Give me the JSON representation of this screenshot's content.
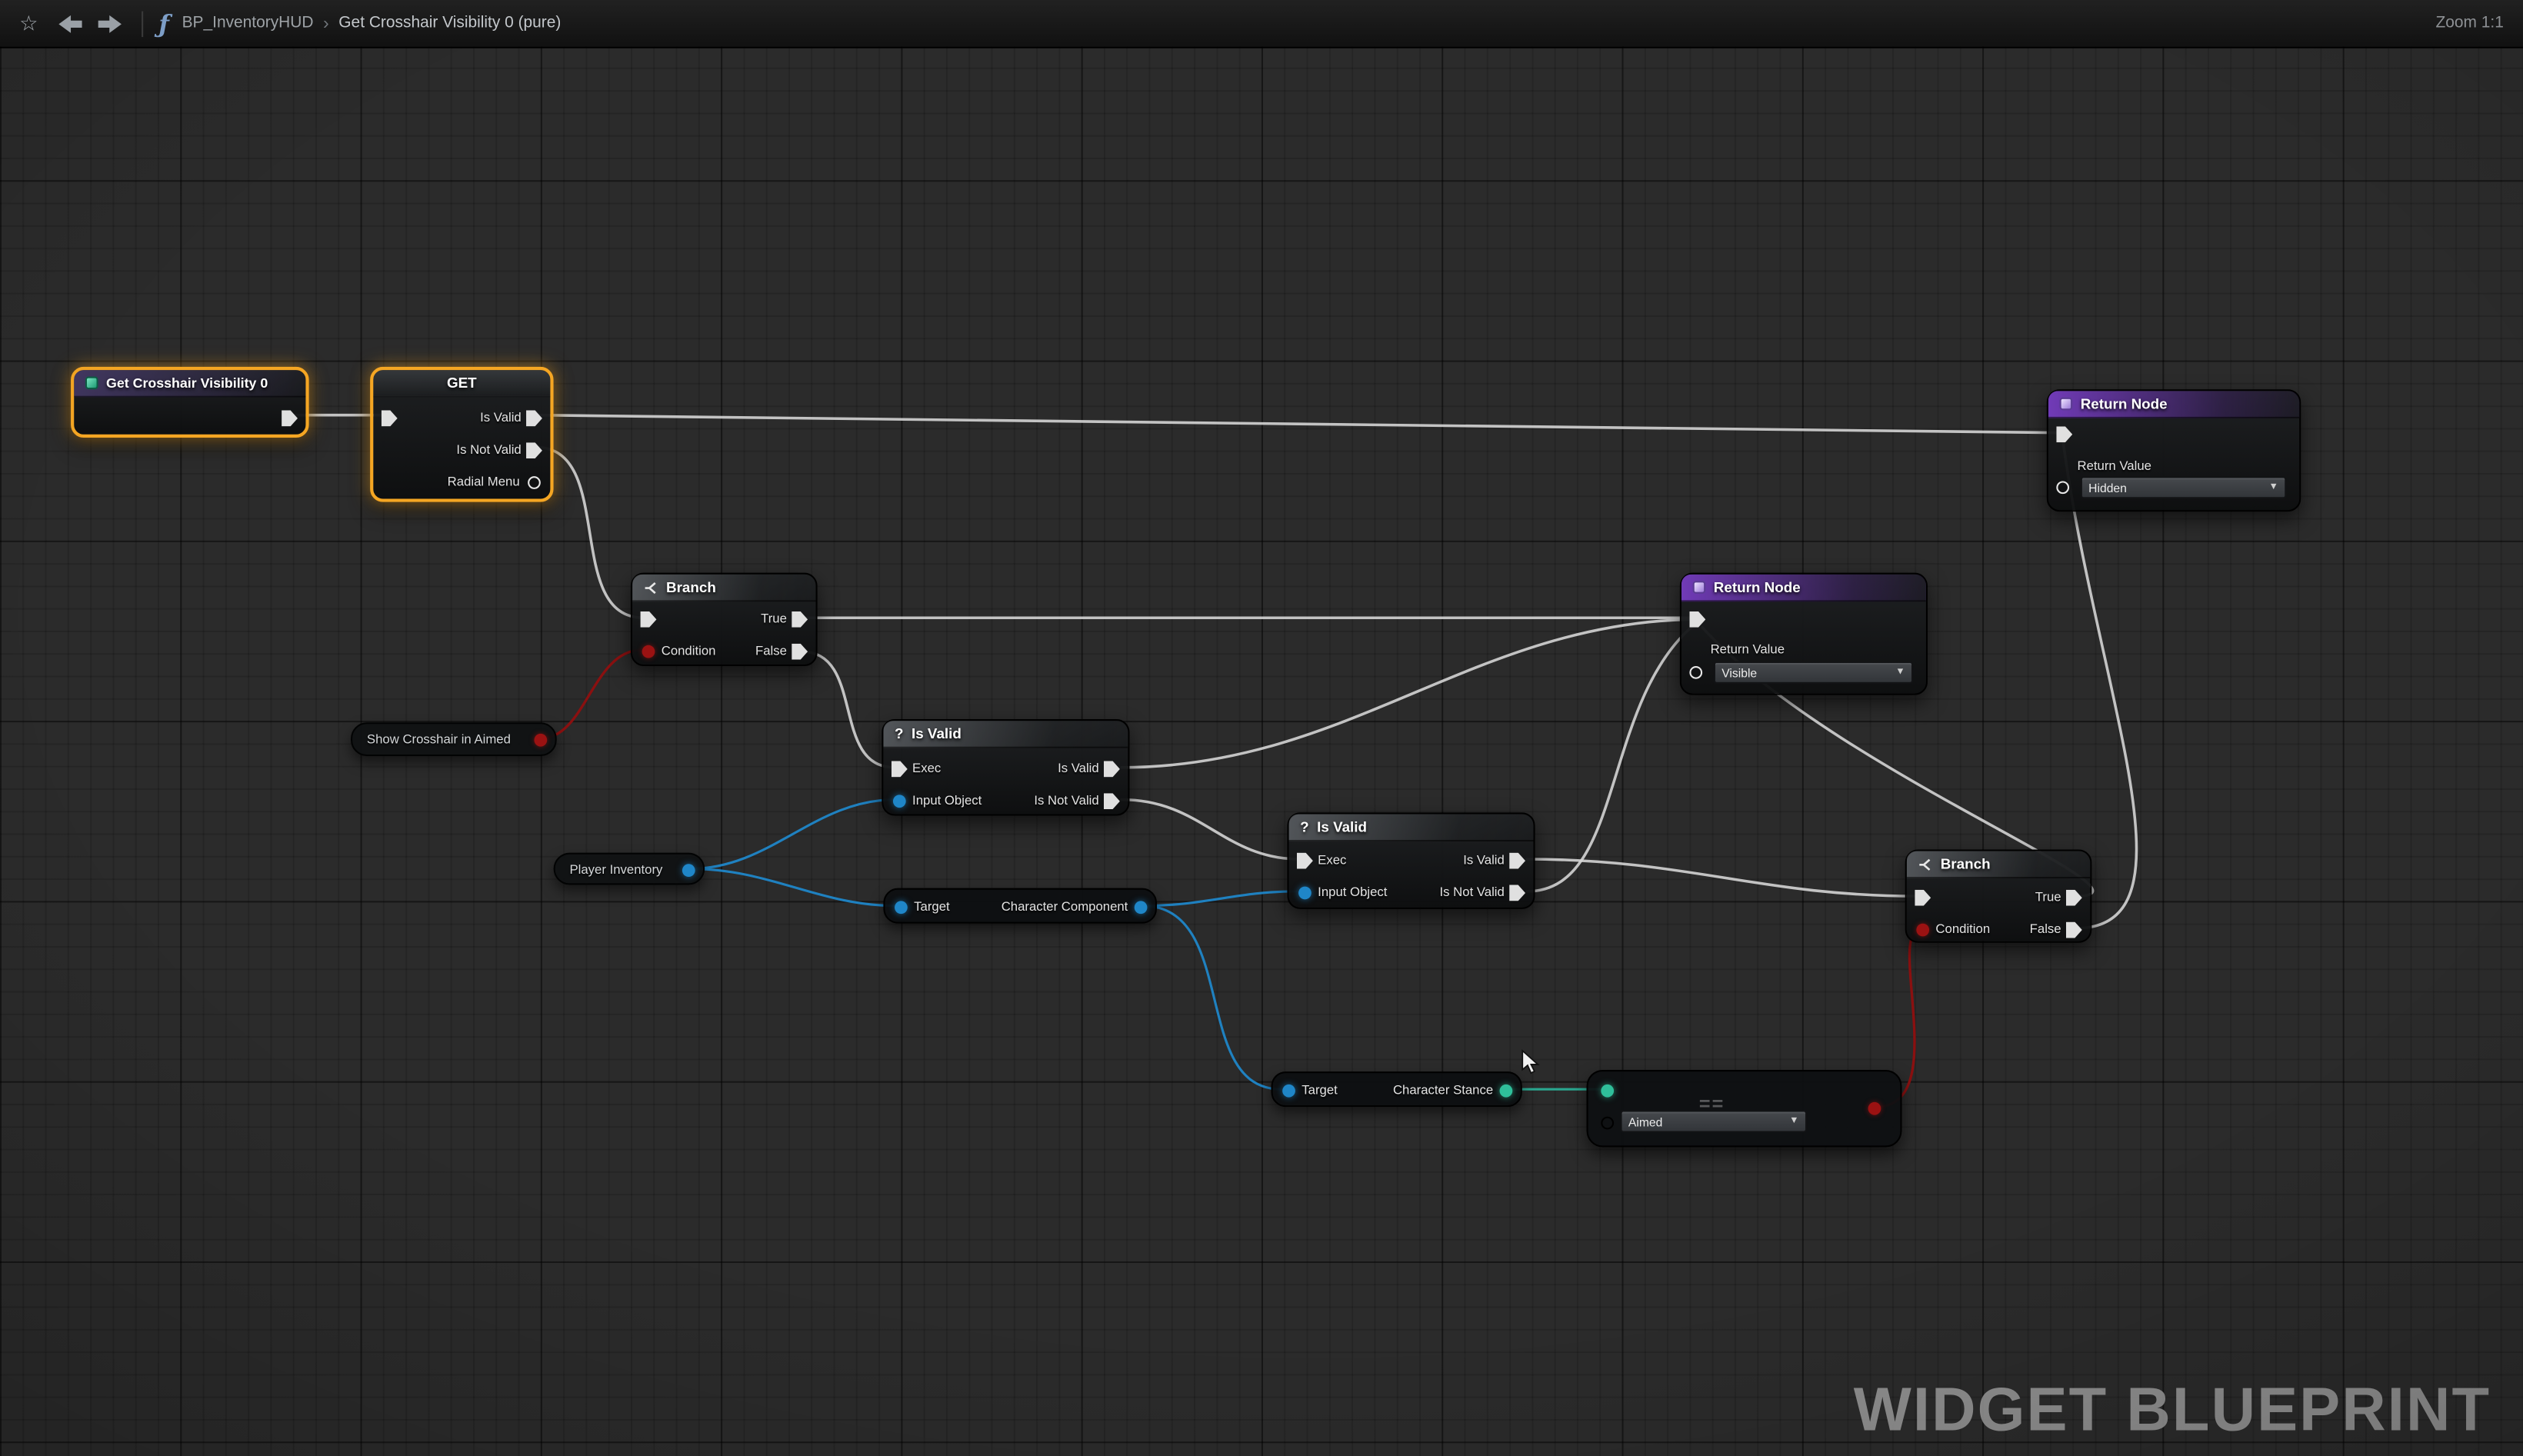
{
  "topbar": {
    "favorite_glyph": "☆",
    "function_glyph": "ƒ",
    "breadcrumb": {
      "root": "BP_InventoryHUD",
      "separator": "›",
      "current": "Get Crosshair Visibility 0 (pure)"
    },
    "zoom_label": "Zoom 1:1"
  },
  "canvas": {
    "watermark": "WIDGET BLUEPRINT"
  },
  "colors": {
    "selection_highlight": "#f5a623",
    "exec_wire": "#d8d8d8",
    "object_pin": "#1f86c8",
    "bool_pin": "#9b1212",
    "enum_pin": "#2fbf9a",
    "return_node_header": "#7a3ec8"
  },
  "nodes": {
    "entry": {
      "title": "Get Crosshair Visibility 0",
      "selected": true
    },
    "get": {
      "title": "GET",
      "selected": true,
      "outputs": {
        "is_valid": "Is Valid",
        "is_not_valid": "Is Not Valid",
        "radial_menu": "Radial Menu"
      }
    },
    "branch1": {
      "title": "Branch",
      "condition": "Condition",
      "true_label": "True",
      "false_label": "False"
    },
    "branch2": {
      "title": "Branch",
      "condition": "Condition",
      "true_label": "True",
      "false_label": "False"
    },
    "isvalid1": {
      "icon": "?",
      "title": "Is Valid",
      "exec": "Exec",
      "input_object": "Input Object",
      "is_valid": "Is Valid",
      "is_not_valid": "Is Not Valid"
    },
    "isvalid2": {
      "icon": "?",
      "title": "Is Valid",
      "exec": "Exec",
      "input_object": "Input Object",
      "is_valid": "Is Valid",
      "is_not_valid": "Is Not Valid"
    },
    "show_crosshair_in_aimed": {
      "label": "Show Crosshair in Aimed"
    },
    "player_inventory": {
      "label": "Player Inventory"
    },
    "get_character_component": {
      "target": "Target",
      "label": "Character Component"
    },
    "get_character_stance": {
      "target": "Target",
      "label": "Character Stance"
    },
    "return_hidden": {
      "title": "Return Node",
      "value_label": "Return Value",
      "value": "Hidden"
    },
    "return_visible": {
      "title": "Return Node",
      "value_label": "Return Value",
      "value": "Visible"
    },
    "equal": {
      "op": "==",
      "value": "Aimed"
    }
  },
  "connections": [
    {
      "from": "entry.exec",
      "to": "get.exec"
    },
    {
      "from": "get.is_valid",
      "to": "return_hidden.exec"
    },
    {
      "from": "get.is_not_valid",
      "to": "branch1.exec"
    },
    {
      "from": "branch1.true",
      "to": "return_visible.exec"
    },
    {
      "from": "branch1.false",
      "to": "isvalid1.exec"
    },
    {
      "from": "isvalid1.is_valid",
      "to": "return_visible.exec"
    },
    {
      "from": "isvalid1.is_not_valid",
      "to": "isvalid2.exec"
    },
    {
      "from": "isvalid2.is_valid",
      "to": "branch2.exec"
    },
    {
      "from": "isvalid2.is_not_valid",
      "to": "return_visible.exec"
    },
    {
      "from": "branch2.true",
      "to": "return_visible.exec"
    },
    {
      "from": "branch2.false",
      "to": "return_hidden.exec"
    },
    {
      "from": "show_crosshair_in_aimed.value",
      "to": "branch1.condition"
    },
    {
      "from": "equal.result",
      "to": "branch2.condition"
    },
    {
      "from": "player_inventory.value",
      "to": "isvalid1.input_object"
    },
    {
      "from": "player_inventory.value",
      "to": "get_character_component.target"
    },
    {
      "from": "get_character_component.value",
      "to": "isvalid2.input_object"
    },
    {
      "from": "get_character_component.value",
      "to": "get_character_stance.target"
    },
    {
      "from": "get_character_stance.value",
      "to": "equal.a"
    }
  ]
}
